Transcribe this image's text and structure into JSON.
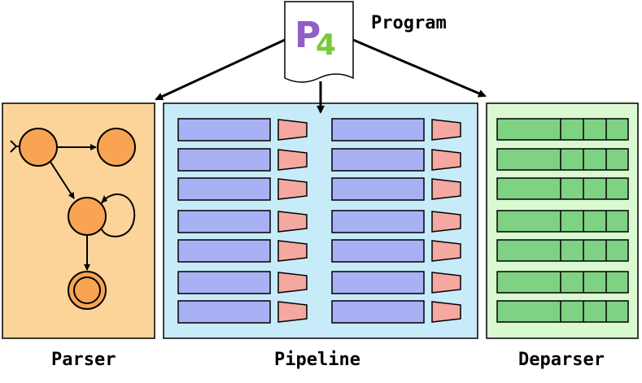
{
  "program": {
    "label": "Program",
    "logo_text": "P",
    "logo_digit": "4"
  },
  "parser": {
    "label": "Parser",
    "fill": "#fcd49a"
  },
  "pipeline": {
    "label": "Pipeline",
    "fill": "#c8ebfa"
  },
  "deparser": {
    "label": "Deparser",
    "fill": "#d9fad1"
  },
  "colors": {
    "state_fill": "#f8a452",
    "table_fill": "#a9b1f5",
    "action_fill": "#f4a8a0",
    "deparser_row_fill": "#7fd183",
    "logo_purple": "#8f5fc7",
    "logo_green": "#78c93c"
  }
}
